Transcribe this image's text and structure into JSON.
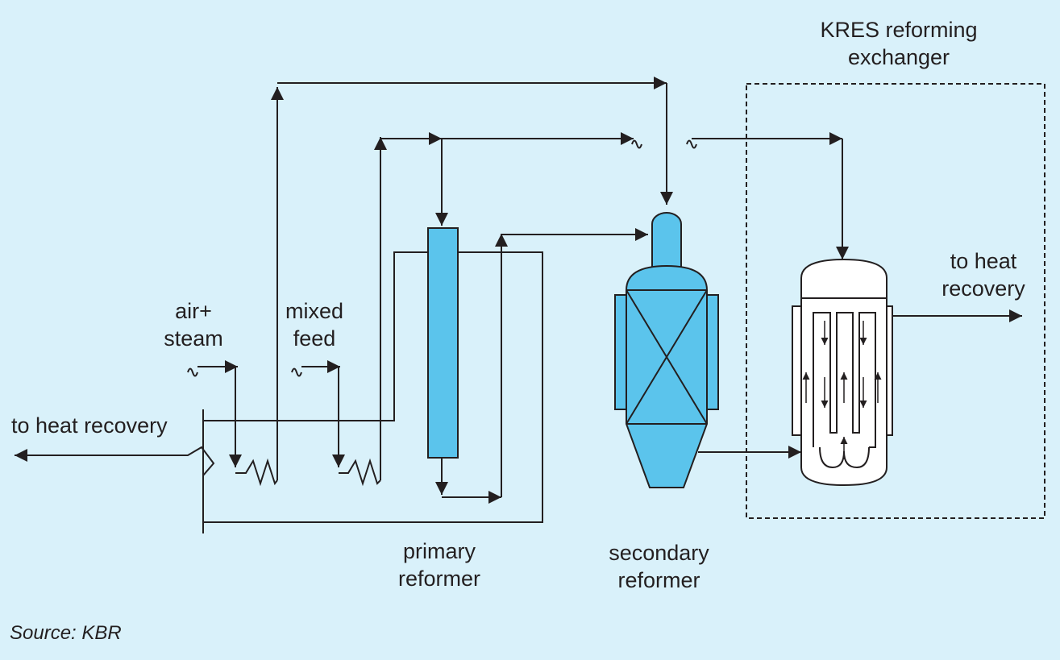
{
  "colors": {
    "background": "#d9f1fa",
    "vessel_fill": "#5bc4ec",
    "exchanger_fill": "#ffffff",
    "line": "#231f20"
  },
  "labels": {
    "kres_line1": "KRES reforming",
    "kres_line2": "exchanger",
    "to_heat_recovery_right_line1": "to heat",
    "to_heat_recovery_right_line2": "recovery",
    "air_steam_line1": "air+",
    "air_steam_line2": "steam",
    "mixed_feed_line1": "mixed",
    "mixed_feed_line2": "feed",
    "to_heat_recovery_left": "to heat recovery",
    "primary_line1": "primary",
    "primary_line2": "reformer",
    "secondary_line1": "secondary",
    "secondary_line2": "reformer",
    "source": "Source: KBR"
  }
}
